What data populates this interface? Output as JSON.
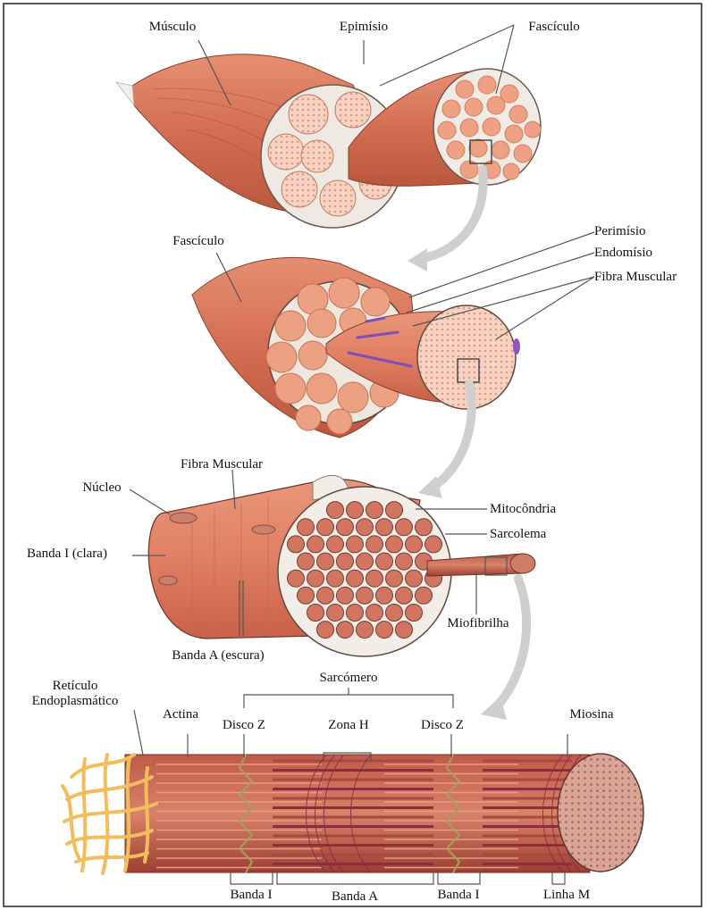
{
  "panel_1": {
    "musculo": "Músculo",
    "epimisio": "Epimísio",
    "fasciculo": "Fascículo"
  },
  "panel_2": {
    "fasciculo": "Fascículo",
    "perimisio": "Perimísio",
    "endomisio": "Endomísio",
    "fibra_muscular": "Fibra Muscular"
  },
  "panel_3": {
    "fibra_muscular": "Fibra Muscular",
    "nucleo": "Núcleo",
    "banda_i_clara": "Banda I (clara)",
    "banda_a_escura": "Banda A (escura)",
    "mitocondria": "Mitocôndria",
    "sarcolema": "Sarcolema",
    "miofibrilha": "Miofibrilha"
  },
  "panel_4": {
    "reticulo_line1": "Retículo",
    "reticulo_line2": "Endoplasmático",
    "sarcomero": "Sarcómero",
    "actina": "Actina",
    "disco_z_left": "Disco Z",
    "zona_h": "Zona H",
    "disco_z_right": "Disco Z",
    "miosina": "Miosina",
    "banda_i_left": "Banda I",
    "banda_a": "Banda A",
    "banda_i_right": "Banda I",
    "linha_m": "Linha M"
  },
  "colors": {
    "muscle": "#d9765a",
    "muscle_dark": "#b5523a",
    "muscle_light": "#efa98e",
    "fiber_fill": "#f2b89f",
    "connective": "#f2eee8",
    "reticulum": "#f3c36a",
    "cross_dots": "#c9846f",
    "arrow": "#cfcfcf",
    "leader": "#555555"
  }
}
